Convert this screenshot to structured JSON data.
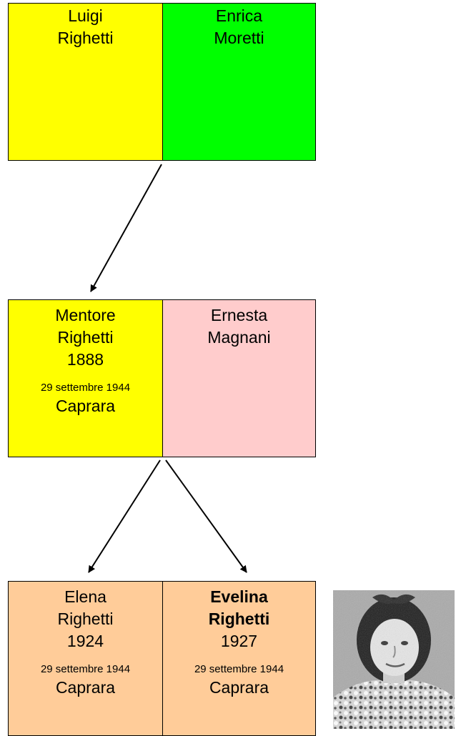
{
  "colors": {
    "yellow": "#ffff00",
    "green": "#00ff00",
    "pink": "#ffcccc",
    "peach": "#ffcc99"
  },
  "generation1": {
    "father": {
      "first": "Luigi",
      "last": "Righetti"
    },
    "mother": {
      "first": "Enrica",
      "last": "Moretti"
    }
  },
  "generation2": {
    "father": {
      "first": "Mentore",
      "last": "Righetti",
      "year": "1888",
      "death_date": "29 settembre 1944",
      "death_place": "Caprara"
    },
    "mother": {
      "first": "Ernesta",
      "last": "Magnani"
    }
  },
  "generation3": {
    "child1": {
      "first": "Elena",
      "last": "Righetti",
      "year": "1924",
      "death_date": "29 settembre 1944",
      "death_place": "Caprara"
    },
    "child2": {
      "first": "Evelina",
      "last": "Righetti",
      "year": "1927",
      "death_date": "29 settembre 1944",
      "death_place": "Caprara"
    }
  },
  "photo": {
    "subject": "portrait-of-evelina-righetti"
  }
}
